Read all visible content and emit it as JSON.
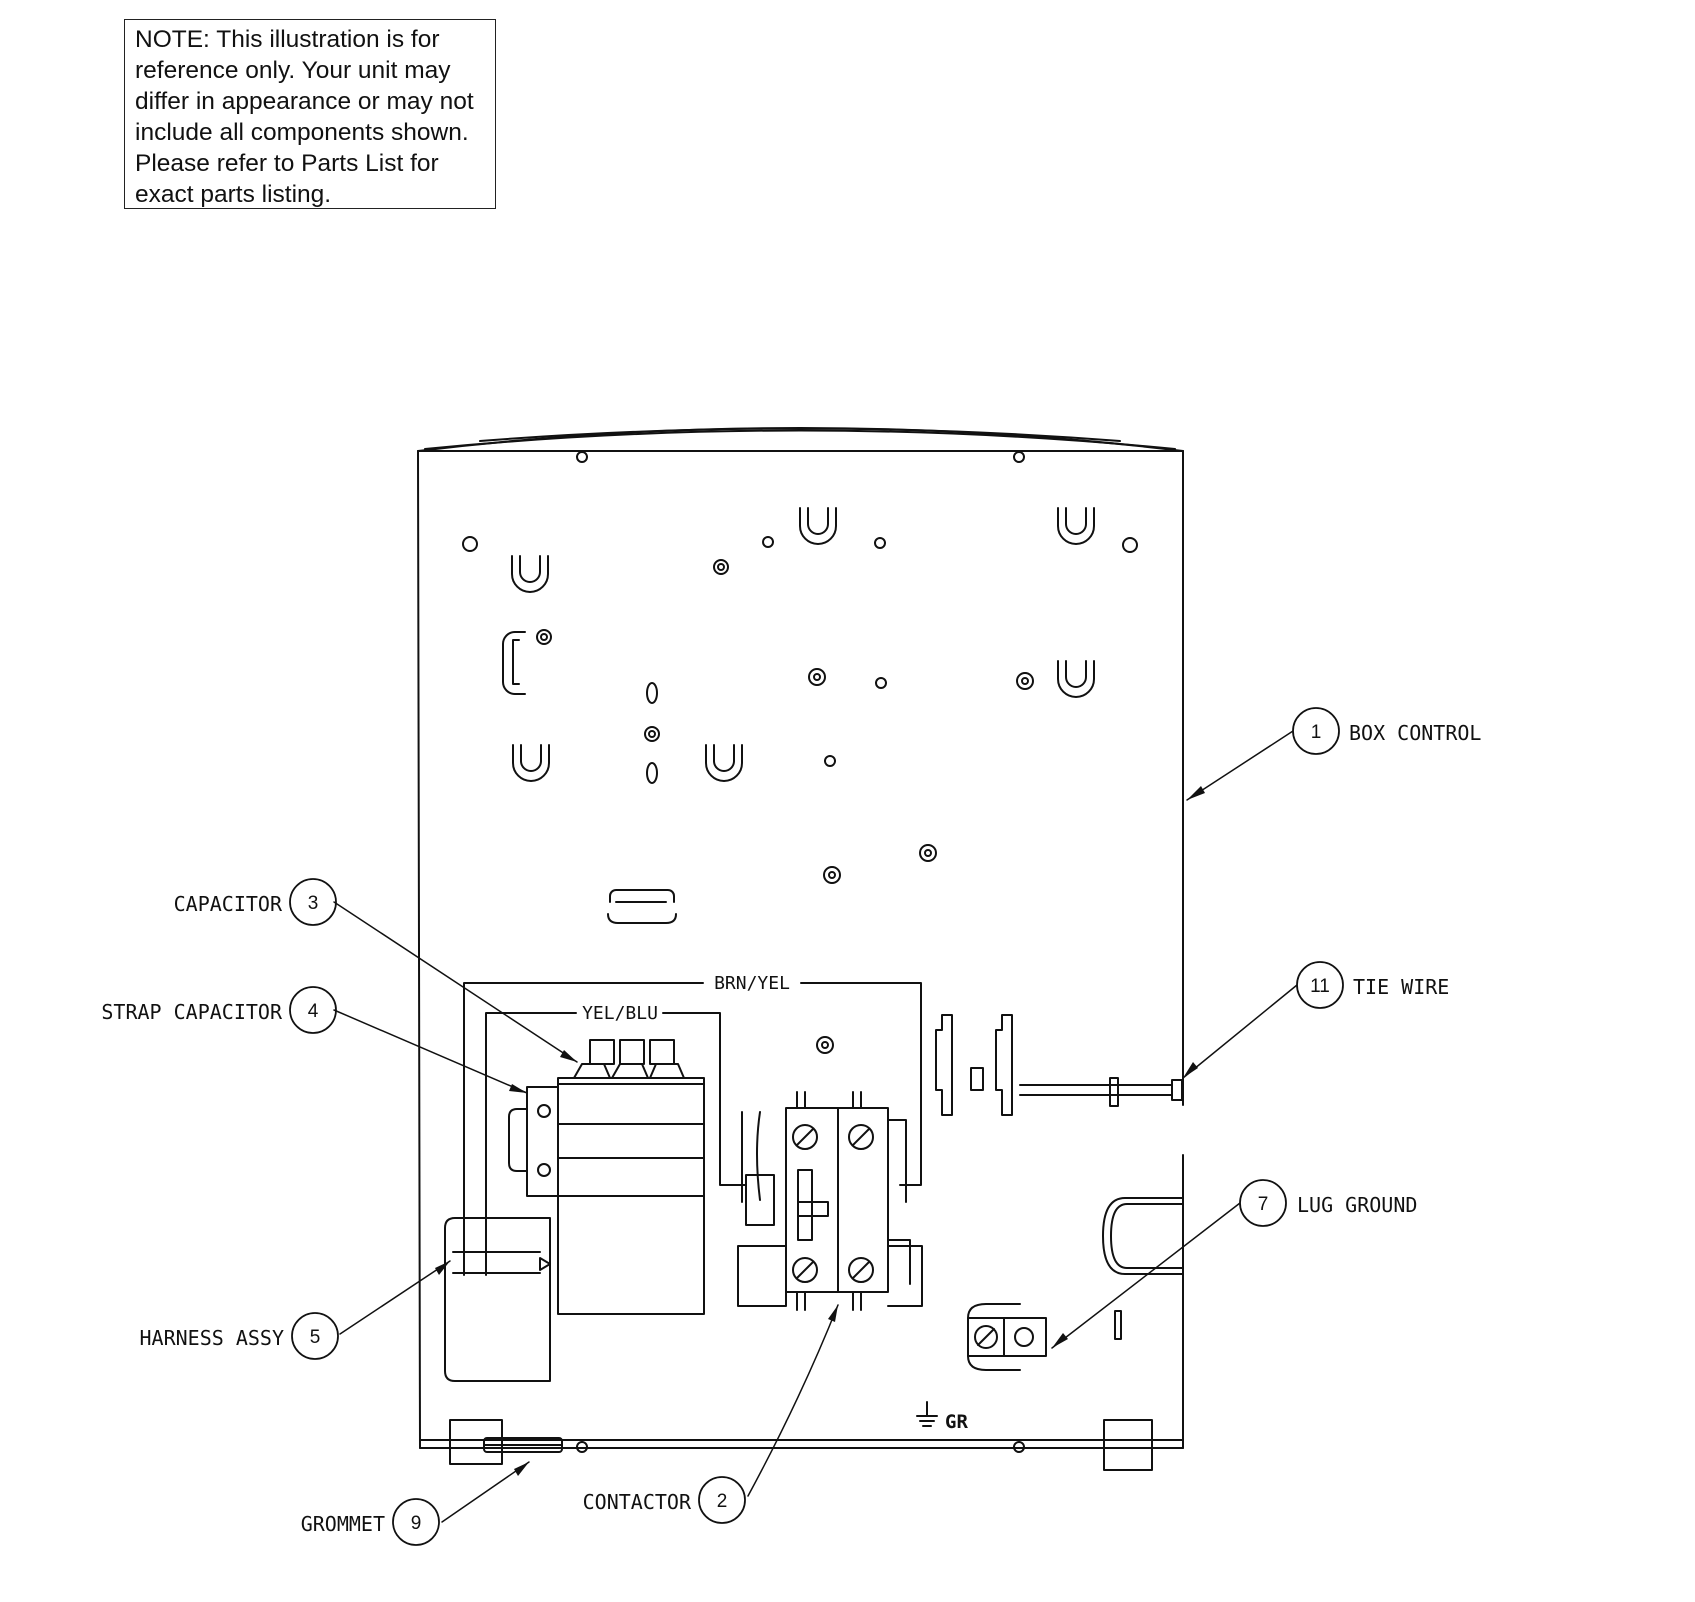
{
  "note": {
    "lines": [
      "NOTE: This illustration is for",
      "reference only.  Your unit may",
      "differ in appearance or may not",
      "include all components shown.",
      "Please refer to Parts List for",
      "exact parts listing."
    ]
  },
  "callouts": {
    "box_control": {
      "number": "1",
      "label": "BOX CONTROL"
    },
    "tie_wire": {
      "number": "11",
      "label": "TIE WIRE"
    },
    "lug_ground": {
      "number": "7",
      "label": "LUG GROUND"
    },
    "capacitor": {
      "number": "3",
      "label": "CAPACITOR"
    },
    "strap_capacitor": {
      "number": "4",
      "label": "STRAP CAPACITOR"
    },
    "harness_assy": {
      "number": "5",
      "label": "HARNESS ASSY"
    },
    "gromment": {
      "number": "9",
      "label": "GROMMET"
    },
    "contactor": {
      "number": "2",
      "label": "CONTACTOR"
    }
  },
  "wires": {
    "brn_yel": "BRN/YEL",
    "yel_blu": "YEL/BLU"
  },
  "ground_mark": "GR"
}
